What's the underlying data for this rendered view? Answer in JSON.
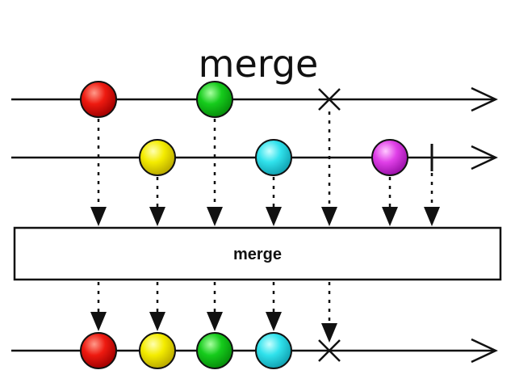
{
  "title": "merge",
  "operator_label": "merge",
  "colors": {
    "red": "#e01010",
    "yellow": "#f2ea00",
    "green": "#12c81a",
    "cyan": "#2ee0ea",
    "magenta": "#e03ee6",
    "line": "#111111",
    "box_fill": "#ffffff"
  },
  "streams": [
    {
      "name": "input-stream-1",
      "items": [
        "red",
        "green"
      ],
      "terminal": "error"
    },
    {
      "name": "input-stream-2",
      "items": [
        "yellow",
        "cyan",
        "magenta"
      ],
      "terminal": "complete"
    },
    {
      "name": "output-stream",
      "items": [
        "red",
        "yellow",
        "green",
        "cyan"
      ],
      "terminal": "error"
    }
  ]
}
